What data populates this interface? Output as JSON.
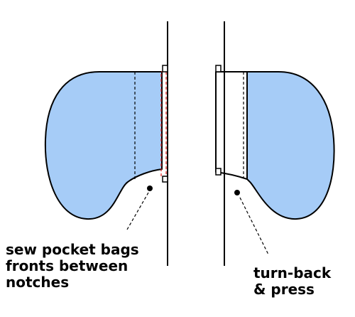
{
  "labels": {
    "left": [
      "sew pocket bags",
      "fronts between",
      "notches"
    ],
    "right": [
      "turn-back",
      "& press"
    ]
  },
  "colors": {
    "pocket_fill": "#a6ccf7",
    "outline": "#000000",
    "stitch_line": "#e21b1b",
    "background": "#ffffff"
  }
}
